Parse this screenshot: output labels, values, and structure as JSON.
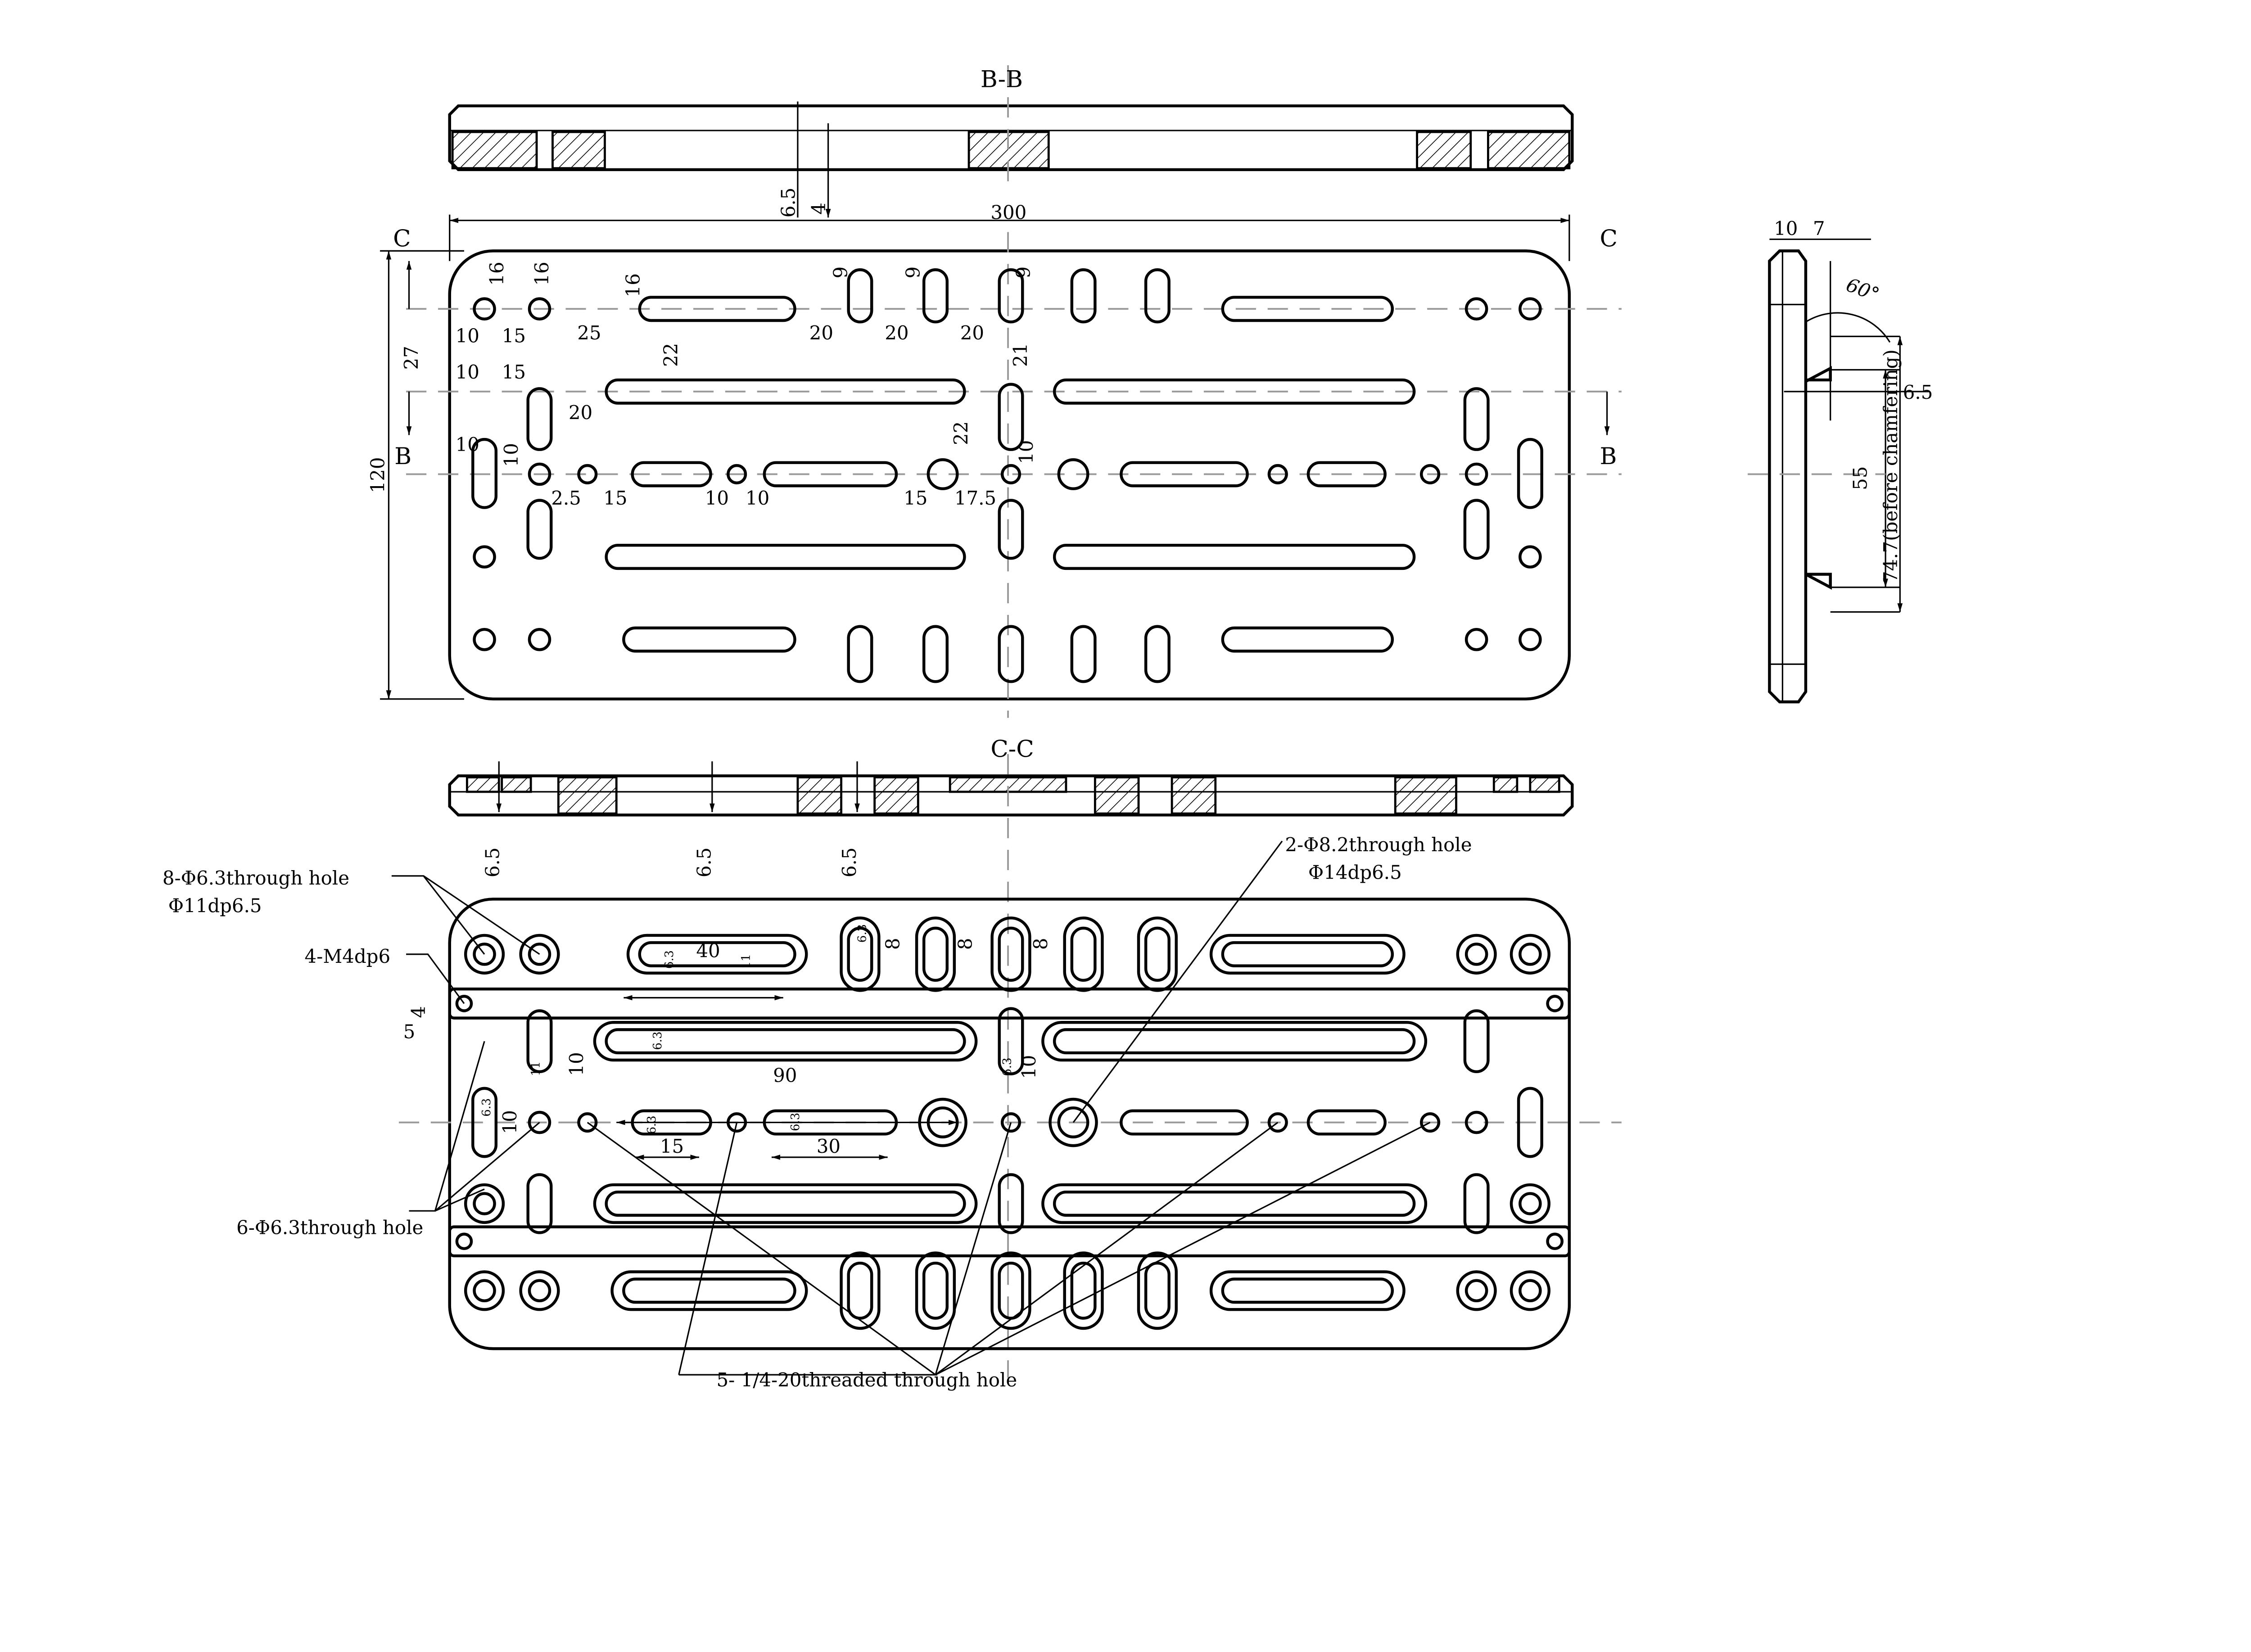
{
  "titles": {
    "bb": "B-B",
    "cc": "C-C",
    "c_left": "C",
    "c_right": "C",
    "b_left": "B",
    "b_right": "B"
  },
  "top_view": {
    "overall_width": "300",
    "overall_height": "120",
    "section_depth": "6.5",
    "section_depth2": "4",
    "dims": [
      "16",
      "16",
      "16",
      "9",
      "9",
      "9",
      "10",
      "15",
      "25",
      "20",
      "20",
      "20",
      "22",
      "21",
      "27",
      "10",
      "15",
      "20",
      "22",
      "10",
      "10",
      "10",
      "2.5",
      "15",
      "10",
      "10",
      "15",
      "17.5"
    ]
  },
  "side_view": {
    "w1": "10",
    "w2": "7",
    "angle": "60°",
    "depth": "6.5",
    "inner": "55",
    "outer": "74.7(before chamfering)"
  },
  "section_cc": {
    "depths": [
      "6.5",
      "6.5",
      "6.5"
    ]
  },
  "bottom_view": {
    "dims": [
      "40",
      "90",
      "15",
      "30",
      "10",
      "10",
      "10",
      "8",
      "8",
      "8",
      "4",
      "5"
    ],
    "small_dims": [
      "6.3",
      "11",
      "6.3",
      "11",
      "6.3",
      "6.3",
      "6.3",
      "6.3",
      "6.3"
    ]
  },
  "callouts": {
    "cb_holes": "8-Φ6.3through hole",
    "cb_spec": "Φ11dp6.5",
    "m4": "4-M4dp6",
    "through6": "6-Φ6.3through hole",
    "big_holes": "2-Φ8.2through hole",
    "big_spec": "Φ14dp6.5",
    "threaded": "5- 1/4-20threaded through hole"
  }
}
